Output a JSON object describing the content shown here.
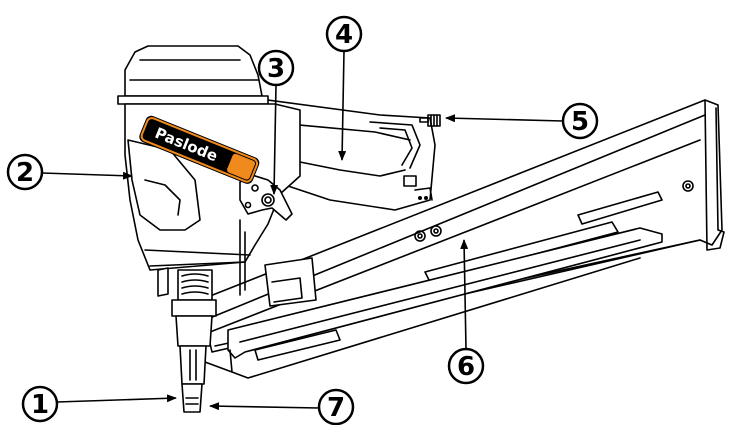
{
  "brand": {
    "logo_text": "Paslode",
    "accent_color": "#f08a1c",
    "logo_bg": "#000000"
  },
  "callouts": [
    {
      "number": "1"
    },
    {
      "number": "2"
    },
    {
      "number": "3"
    },
    {
      "number": "4"
    },
    {
      "number": "5"
    },
    {
      "number": "6"
    },
    {
      "number": "7"
    }
  ]
}
